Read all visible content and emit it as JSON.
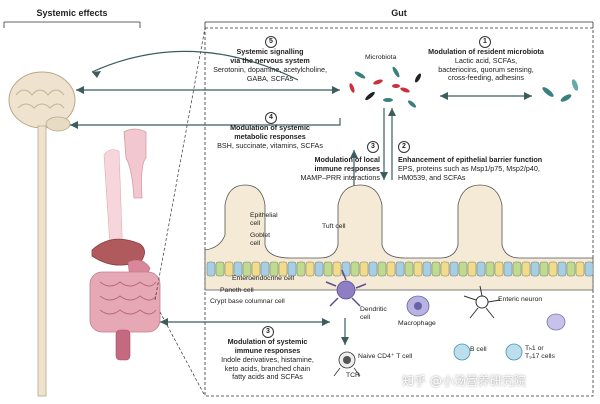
{
  "headers": {
    "systemic": "Systemic effects",
    "gut": "Gut"
  },
  "boxes": {
    "b5": {
      "num": "5",
      "title1": "Systemic signalling",
      "title2": "via the nervous system",
      "body1": "Serotonin, dopamine, acetylcholine,",
      "body2": "GABA, SCFAs"
    },
    "b1": {
      "num": "1",
      "title": "Modulation of resident microbiota",
      "body1": "Lactic acid, SCFAs,",
      "body2": "bacteriocins, quorum sensing,",
      "body3": "cross-feeding, adhesins"
    },
    "b4": {
      "num": "4",
      "title1": "Modulation of systemic",
      "title2": "metabolic responses",
      "body1": "BSH, succinate, vitamins, SCFAs"
    },
    "b3a": {
      "num": "3",
      "title1": "Modulation of local",
      "title2": "immune responses",
      "body1": "MAMP–PRR interactions"
    },
    "b2": {
      "num": "2",
      "title": "Enhancement of epithelial barrier function",
      "body1": "EPS, proteins such as Msp1/p75, Msp2/p40,",
      "body2": "HM0539, and SCFAs"
    },
    "b3b": {
      "num": "3",
      "title1": "Modulation of systemic",
      "title2": "immune responses",
      "body1": "Indole derivatives, histamine,",
      "body2": "keto acids, branched chain",
      "body3": "fatty acids and SCFAs"
    }
  },
  "labels": {
    "microbiota": "Microbiota",
    "epithelial1": "Epithelial",
    "epithelial2": "cell",
    "goblet1": "Goblet",
    "goblet2": "cell",
    "tuft": "Tuft cell",
    "enteroendocrine": "Enteroendocrine cell",
    "paneth": "Paneth cell",
    "crypt": "Crypt base columnar cell",
    "dendritic1": "Dendritic",
    "dendritic2": "cell",
    "macrophage": "Macrophage",
    "neuron": "Enteric neuron",
    "naive": "Naive CD4⁺ T cell",
    "tcr": "TCR",
    "bcell": "B cell",
    "th1": "Tₕ1 or",
    "th2": "T₉17 cells"
  },
  "watermark": "知乎 @小汤营养研究院",
  "colors": {
    "frame": "#333333",
    "tissue_blue": "#a7cfe3",
    "tissue_green": "#bfdc8e",
    "tissue_yellow": "#f1dc8a",
    "pink": "#d9869a",
    "violet": "#8e7fc4"
  }
}
